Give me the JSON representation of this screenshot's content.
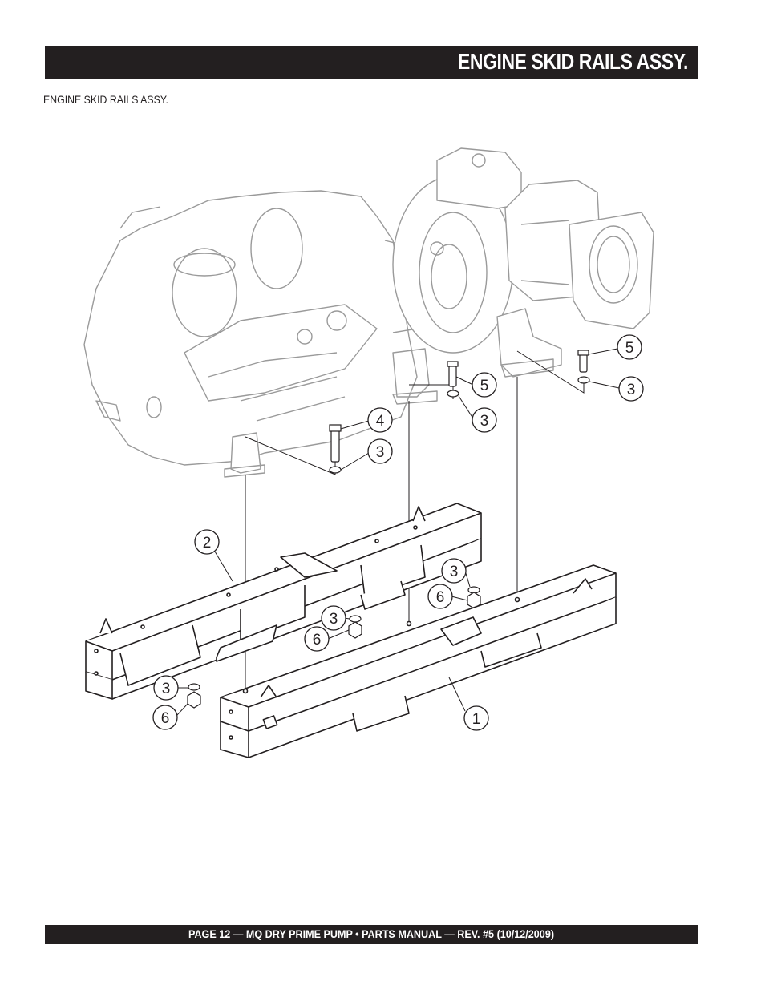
{
  "header": {
    "title": "ENGINE SKID RAILS ASSY."
  },
  "figure": {
    "caption": "ENGINE SKID RAILS ASSY.",
    "callouts": [
      {
        "id": "c-2",
        "label": "2"
      },
      {
        "id": "c-4",
        "label": "4"
      },
      {
        "id": "c-3a",
        "label": "3"
      },
      {
        "id": "c-5a",
        "label": "5"
      },
      {
        "id": "c-3b",
        "label": "3"
      },
      {
        "id": "c-5b",
        "label": "5"
      },
      {
        "id": "c-3c",
        "label": "3"
      },
      {
        "id": "c-3d",
        "label": "3"
      },
      {
        "id": "c-6a",
        "label": "6"
      },
      {
        "id": "c-3e",
        "label": "3"
      },
      {
        "id": "c-6b",
        "label": "6"
      },
      {
        "id": "c-3f",
        "label": "3"
      },
      {
        "id": "c-6c",
        "label": "6"
      },
      {
        "id": "c-1",
        "label": "1"
      }
    ]
  },
  "footer": {
    "text": "PAGE 12 — MQ DRY PRIME PUMP • PARTS MANUAL — REV. #5 (10/12/2009)"
  },
  "colors": {
    "bar": "#231f20",
    "line": "#231f20",
    "engine_gray": "#9a9a9a"
  }
}
